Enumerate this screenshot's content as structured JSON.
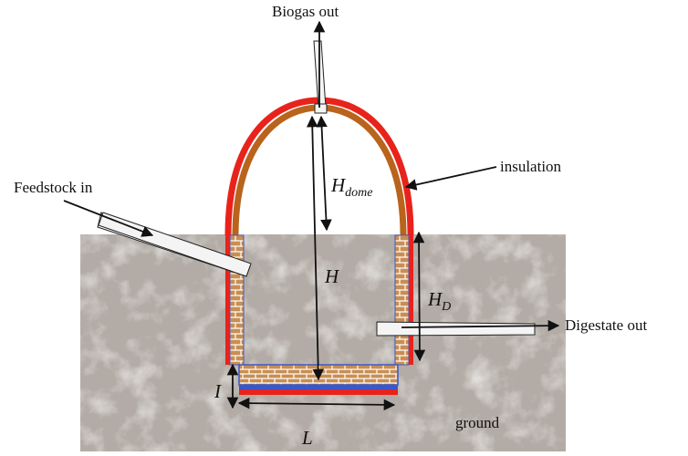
{
  "labels": {
    "biogas_out": "Biogas out",
    "feedstock_in": "Feedstock in",
    "insulation": "insulation",
    "digestate_out": "Digestate out",
    "ground": "ground"
  },
  "variables": {
    "h_dome_main": "H",
    "h_dome_sub": "dome",
    "h_total": "H",
    "h_d_main": "H",
    "h_d_sub": "D",
    "insulation_thickness": "I",
    "length": "L"
  },
  "colors": {
    "ground": "#b3aca6",
    "dome_outer": "#e8231c",
    "dome_inner": "#b9631d",
    "brick": "#c98e52",
    "mortar": "#ffffff",
    "base_blue": "#3b57c9",
    "base_red": "#e8231c",
    "pipe_fill": "#f4f4f4",
    "line": "#111111"
  }
}
